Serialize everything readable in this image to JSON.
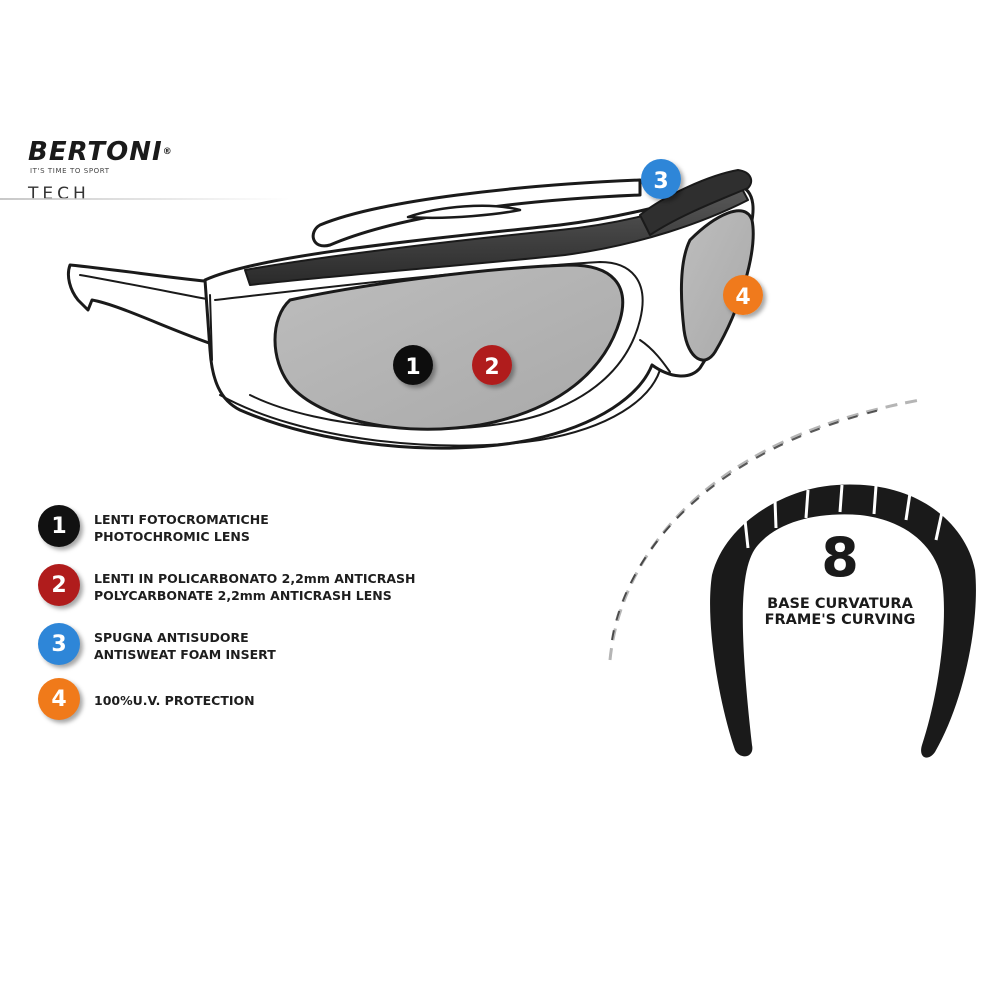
{
  "brand": {
    "name": "BERTONI",
    "registered": "®",
    "tagline": "IT'S TIME TO SPORT",
    "line": "TECH"
  },
  "callouts": [
    {
      "number": "1",
      "color": "#111111"
    },
    {
      "number": "2",
      "color": "#b01c1c"
    },
    {
      "number": "3",
      "color": "#2e86d8"
    },
    {
      "number": "4",
      "color": "#f07a1a"
    }
  ],
  "legend": [
    {
      "number": "1",
      "color": "#111111",
      "line1": "LENTI FOTOCROMATICHE",
      "line2": "PHOTOCHROMIC LENS"
    },
    {
      "number": "2",
      "color": "#b01c1c",
      "line1": "LENTI IN POLICARBONATO 2,2mm ANTICRASH",
      "line2": "POLYCARBONATE 2,2mm ANTICRASH LENS"
    },
    {
      "number": "3",
      "color": "#2e86d8",
      "line1": "SPUGNA ANTISUDORE",
      "line2": "ANTISWEAT FOAM INSERT"
    },
    {
      "number": "4",
      "color": "#f07a1a",
      "line1": "100%U.V. PROTECTION",
      "line2": ""
    }
  ],
  "curvature": {
    "number": "8",
    "line1": "BASE CURVATURA",
    "line2": "FRAME'S CURVING"
  }
}
